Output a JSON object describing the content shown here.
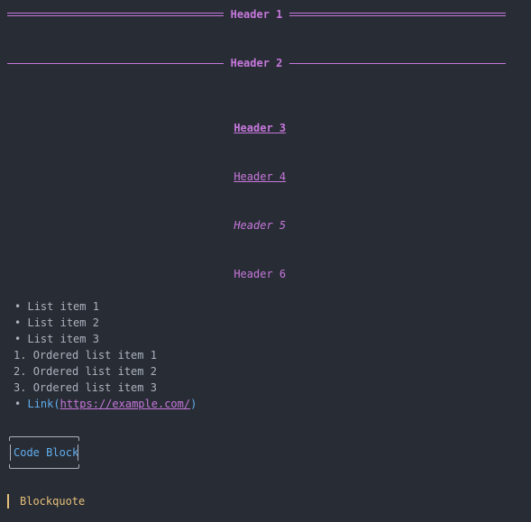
{
  "headers": {
    "h1": "Header 1",
    "h2": "Header 2",
    "h3": "Header 3",
    "h4": "Header 4",
    "h5": "Header 5",
    "h6": "Header 6"
  },
  "bullet_glyph": "•",
  "bullet_list": [
    "List item 1",
    "List item 2",
    "List item 3"
  ],
  "ordered_list": [
    {
      "marker": "1.",
      "text": "Ordered list item 1"
    },
    {
      "marker": "2.",
      "text": "Ordered list item 2"
    },
    {
      "marker": "3.",
      "text": "Ordered list item 3"
    }
  ],
  "link": {
    "label": "Link",
    "open_paren": "(",
    "url": "https://example.com/",
    "close_paren": ")"
  },
  "code_block": "Code Block",
  "blockquote": "Blockquote",
  "colors": {
    "background": "#282c34",
    "header": "#c678dd",
    "text": "#abb2bf",
    "link": "#61afef",
    "quote": "#e5c07b"
  }
}
